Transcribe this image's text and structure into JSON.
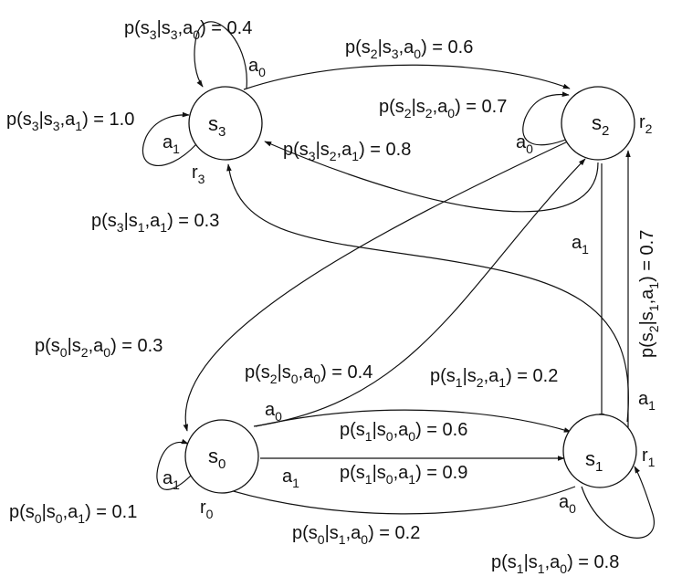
{
  "states": [
    {
      "id": "s3",
      "base": "s",
      "sub": "3",
      "reward": {
        "base": "r",
        "sub": "3"
      }
    },
    {
      "id": "s2",
      "base": "s",
      "sub": "2",
      "reward": {
        "base": "r",
        "sub": "2"
      }
    },
    {
      "id": "s0",
      "base": "s",
      "sub": "0",
      "reward": {
        "base": "r",
        "sub": "0"
      }
    },
    {
      "id": "s1",
      "base": "s",
      "sub": "1",
      "reward": {
        "base": "r",
        "sub": "1"
      }
    }
  ],
  "actions": {
    "s3_a0": {
      "base": "a",
      "sub": "0"
    },
    "s3_a1": {
      "base": "a",
      "sub": "1"
    },
    "s2_a0": {
      "base": "a",
      "sub": "0"
    },
    "s2_a1": {
      "base": "a",
      "sub": "1"
    },
    "s0_a0": {
      "base": "a",
      "sub": "0"
    },
    "s0_a1": {
      "base": "a",
      "sub": "1"
    },
    "s0_a1_self": {
      "base": "a",
      "sub": "1"
    },
    "s1_a0": {
      "base": "a",
      "sub": "0"
    },
    "s1_a1": {
      "base": "a",
      "sub": "1"
    }
  },
  "transitions": [
    {
      "id": "s3_s3_a0",
      "p": "p(",
      "to": "s",
      "to_sub": "3",
      "from": "s",
      "from_sub": "3",
      "act": "a",
      "act_sub": "0",
      "close": ")",
      "eq": " = ",
      "value": "0.4"
    },
    {
      "id": "s2_s3_a0",
      "p": "p(",
      "to": "s",
      "to_sub": "2",
      "from": "s",
      "from_sub": "3",
      "act": "a",
      "act_sub": "0",
      "close": ")",
      "eq": " = ",
      "value": "0.6"
    },
    {
      "id": "s3_s3_a1",
      "p": "p(",
      "to": "s",
      "to_sub": "3",
      "from": "s",
      "from_sub": "3",
      "act": "a",
      "act_sub": "1",
      "close": ")",
      "eq": " = ",
      "value": "1.0"
    },
    {
      "id": "s2_s2_a0",
      "p": "p(",
      "to": "s",
      "to_sub": "2",
      "from": "s",
      "from_sub": "2",
      "act": "a",
      "act_sub": "0",
      "close": ")",
      "eq": " = ",
      "value": "0.7"
    },
    {
      "id": "s3_s2_a1",
      "p": "p(",
      "to": "s",
      "to_sub": "3",
      "from": "s",
      "from_sub": "2",
      "act": "a",
      "act_sub": "1",
      "close": ")",
      "eq": " = ",
      "value": "0.8"
    },
    {
      "id": "s3_s1_a1",
      "p": "p(",
      "to": "s",
      "to_sub": "3",
      "from": "s",
      "from_sub": "1",
      "act": "a",
      "act_sub": "1",
      "close": ")",
      "eq": " = ",
      "value": "0.3"
    },
    {
      "id": "s0_s2_a0",
      "p": "p(",
      "to": "s",
      "to_sub": "0",
      "from": "s",
      "from_sub": "2",
      "act": "a",
      "act_sub": "0",
      "close": ")",
      "eq": " = ",
      "value": "0.3"
    },
    {
      "id": "s2_s0_a0",
      "p": "p(",
      "to": "s",
      "to_sub": "2",
      "from": "s",
      "from_sub": "0",
      "act": "a",
      "act_sub": "0",
      "close": ")",
      "eq": " = ",
      "value": "0.4"
    },
    {
      "id": "s1_s2_a1",
      "p": "p(",
      "to": "s",
      "to_sub": "1",
      "from": "s",
      "from_sub": "2",
      "act": "a",
      "act_sub": "1",
      "close": ")",
      "eq": " = ",
      "value": "0.2"
    },
    {
      "id": "s1_s0_a0",
      "p": "p(",
      "to": "s",
      "to_sub": "1",
      "from": "s",
      "from_sub": "0",
      "act": "a",
      "act_sub": "0",
      "close": ")",
      "eq": " = ",
      "value": "0.6"
    },
    {
      "id": "s1_s0_a1",
      "p": "p(",
      "to": "s",
      "to_sub": "1",
      "from": "s",
      "from_sub": "0",
      "act": "a",
      "act_sub": "1",
      "close": ")",
      "eq": " = ",
      "value": "0.9"
    },
    {
      "id": "s0_s0_a1",
      "p": "p(",
      "to": "s",
      "to_sub": "0",
      "from": "s",
      "from_sub": "0",
      "act": "a",
      "act_sub": "1",
      "close": ")",
      "eq": " = ",
      "value": "0.1"
    },
    {
      "id": "s0_s1_a0",
      "p": "p(",
      "to": "s",
      "to_sub": "0",
      "from": "s",
      "from_sub": "1",
      "act": "a",
      "act_sub": "0",
      "close": ")",
      "eq": " = ",
      "value": "0.2"
    },
    {
      "id": "s1_s1_a0",
      "p": "p(",
      "to": "s",
      "to_sub": "1",
      "from": "s",
      "from_sub": "1",
      "act": "a",
      "act_sub": "0",
      "close": ")",
      "eq": " = ",
      "value": "0.8"
    },
    {
      "id": "s2_s1_a1",
      "p": "p(",
      "to": "s",
      "to_sub": "2",
      "from": "s",
      "from_sub": "1",
      "act": "a",
      "act_sub": "1",
      "close": ")",
      "eq": " = ",
      "value": "0.7"
    }
  ]
}
